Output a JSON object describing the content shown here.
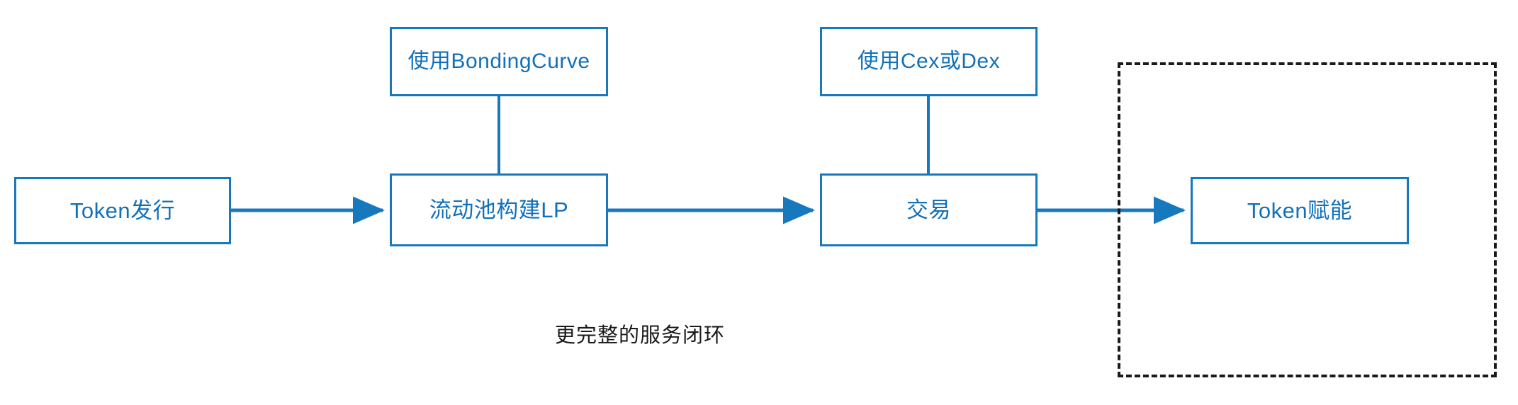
{
  "diagram": {
    "title_caption": "更完整的服务闭环",
    "accent_color": "#1878be",
    "text_color": "#1170ba",
    "dashed_color": "#1a1a1a",
    "caption_color": "#1a1a1a",
    "background": "#ffffff",
    "nodes": {
      "token_issue": "Token发行",
      "bonding_curve": "使用BondingCurve",
      "liquidity_pool": "流动池构建LP",
      "cex_or_dex": "使用Cex或Dex",
      "trade": "交易",
      "token_empower": "Token赋能"
    },
    "flow_steps": [
      "Token发行",
      "流动池构建LP",
      "交易",
      "Token赋能"
    ],
    "annotations": [
      {
        "attaches_to": "流动池构建LP",
        "label": "使用BondingCurve"
      },
      {
        "attaches_to": "交易",
        "label": "使用Cex或Dex"
      }
    ],
    "highlight_group": {
      "style": "dashed-rectangle",
      "contains": "Token赋能"
    }
  }
}
